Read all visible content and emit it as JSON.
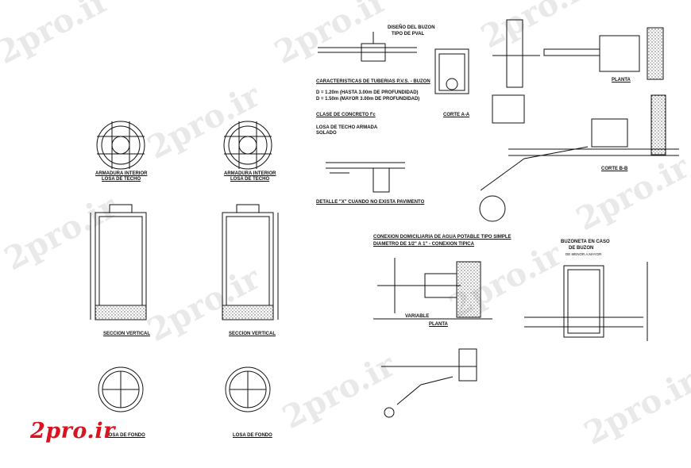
{
  "watermark": {
    "text": "2pro.ir"
  },
  "logo": {
    "text": "2pro.ir"
  },
  "colors": {
    "ink": "#111111",
    "logo_red": "#d81420",
    "fill_gray": "#bdbdbd"
  },
  "drawings": {
    "ring_left": {
      "title": "ARMADURA INTERIOR",
      "subtitle": "LOSA DE TECHO"
    },
    "ring_right": {
      "title": "ARMADURA INTERIOR",
      "subtitle": "LOSA DE TECHO"
    },
    "section_left": {
      "title": "SECCION VERTICAL"
    },
    "section_right": {
      "title": "SECCION VERTICAL"
    },
    "bottom_left": {
      "title": "LOSA DE FONDO"
    },
    "bottom_right": {
      "title": "LOSA DE FONDO"
    },
    "pipe_detail": {
      "header": "DISEÑO DEL BUZON",
      "header2": "TIPO DE PVAL",
      "title": "DETALLE \"X\" CUANDO NO EXISTA PAVIMENTO"
    },
    "notes": {
      "line1": "CARACTERISTICAS DE TUBERIAS P.V.S. - BUZON",
      "line2": "D = 1.20m (HASTA 3.00m DE PROFUNDIDAD)",
      "line3": "D = 1.50m (MAYOR 3.00m DE PROFUNDIDAD)",
      "line4": "CLASE DE CONCRETO f'c",
      "line5": "LOSA DE TECHO ARMADA",
      "line6": "SOLADO"
    },
    "corte_aa": {
      "title": "CORTE A-A"
    },
    "planta": {
      "title": "PLANTA"
    },
    "corte_bb": {
      "title": "CORTE B-B"
    },
    "conexion": {
      "title": "CONEXION DOMICILIARIA DE AGUA POTABLE TIPO SIMPLE",
      "subtitle": "DIAMETRO DE 1/2\" A 1\" - CONEXION TIPICA",
      "planta": "PLANTA",
      "variable": "VARIABLE"
    },
    "buzon_right": {
      "title": "BUZONETA EN CASO",
      "subtitle": "DE BUZON",
      "note": "DE MENOR A MAYOR"
    }
  }
}
